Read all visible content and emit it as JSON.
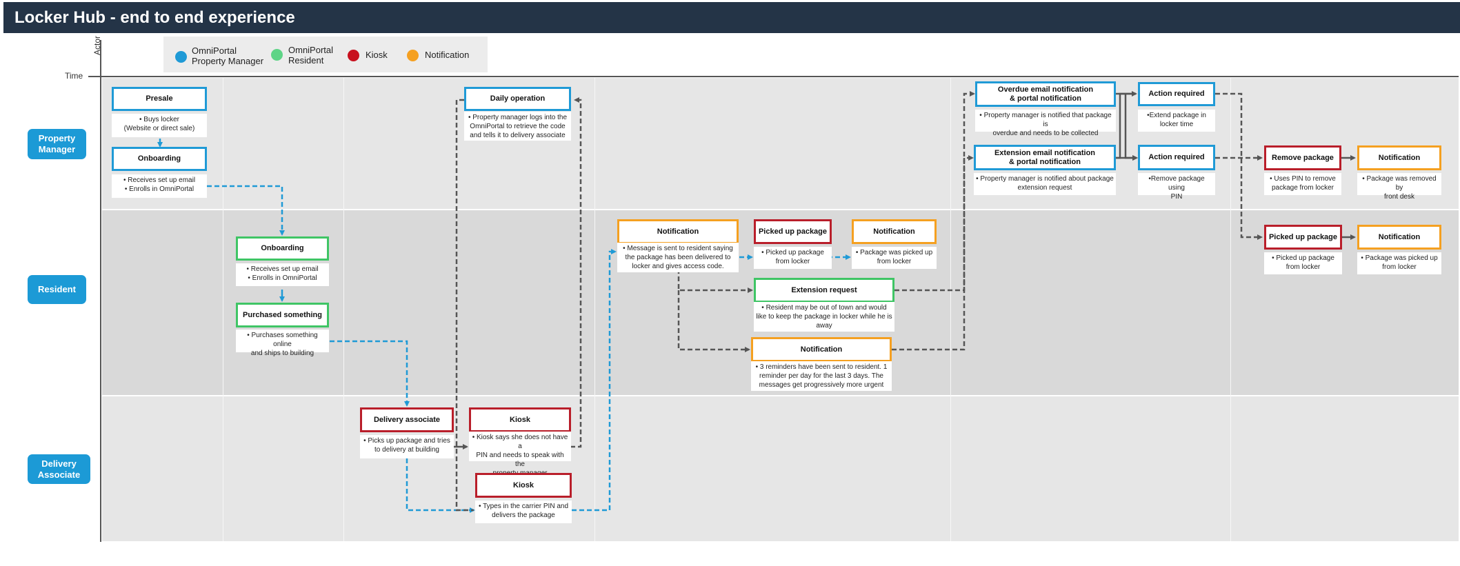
{
  "title": "Locker Hub - end to end experience",
  "axis": {
    "actor": "Actor",
    "time": "Time"
  },
  "legend": [
    {
      "label1": "OmniPortal",
      "label2": "Property Manager",
      "color": "#1f9ad6"
    },
    {
      "label1": "OmniPortal",
      "label2": "Resident",
      "color": "#5ed486"
    },
    {
      "label1": "Kiosk",
      "label2": "",
      "color": "#c8101e"
    },
    {
      "label1": "Notification",
      "label2": "",
      "color": "#f5a020"
    }
  ],
  "actors": {
    "pm": {
      "l1": "Property",
      "l2": "Manager"
    },
    "res": {
      "l1": "Resident",
      "l2": ""
    },
    "da": {
      "l1": "Delivery",
      "l2": "Associate"
    }
  },
  "boxes": {
    "presale": "Presale",
    "onboarding_pm": "Onboarding",
    "daily": "Daily operation",
    "overdue_l1": "Overdue email notification",
    "overdue_l2": "& portal notification",
    "ext_l1": "Extension email notification",
    "ext_l2": "& portal notification",
    "action1": "Action required",
    "action2": "Action required",
    "remove": "Remove package",
    "notif_pm": "Notification",
    "onboarding_res": "Onboarding",
    "purchased": "Purchased something",
    "notif_res1": "Notification",
    "picked1": "Picked up package",
    "notif_res2": "Notification",
    "extreq": "Extension request",
    "notif_res3": "Notification",
    "picked2": "Picked up package",
    "notif_res4": "Notification",
    "delivery": "Delivery associate",
    "kiosk1": "Kiosk",
    "kiosk2": "Kiosk"
  },
  "descs": {
    "presale": [
      "• Buys locker",
      "(Website or direct sale)"
    ],
    "onboarding_pm": [
      "• Receives set up email",
      "• Enrolls in OmniPortal"
    ],
    "daily": [
      "• Property manager logs into the",
      "OmniPortal to retrieve the code",
      "and tells it to delivery associate"
    ],
    "overdue": [
      "• Property manager is notified that package is",
      "overdue and needs to be collected"
    ],
    "ext": [
      "• Property manager is notified about package",
      "extension request"
    ],
    "action1": [
      "•Extend package in",
      "locker time"
    ],
    "action2": [
      "•Remove package using",
      "PIN"
    ],
    "remove": [
      "• Uses PIN to remove",
      "package from locker"
    ],
    "notif_pm": [
      "• Package was removed by",
      "front desk"
    ],
    "onboarding_res": [
      "• Receives set up email",
      "• Enrolls in OmniPortal"
    ],
    "purchased": [
      "• Purchases something online",
      "and ships to building"
    ],
    "notif_res1": [
      "• Message is sent to resident saying",
      "the package has been delivered to",
      "locker and gives access code."
    ],
    "picked1": [
      "• Picked up package",
      "from locker"
    ],
    "notif_res2": [
      "• Package was picked up",
      "from locker"
    ],
    "extreq": [
      "• Resident may be out of town and would",
      "like to keep the package in locker while he is",
      "away"
    ],
    "notif_res3": [
      "• 3 reminders have been sent to resident. 1",
      "reminder per day for the last 3 days. The",
      "messages get progressively more urgent"
    ],
    "picked2": [
      "• Picked up package",
      "from locker"
    ],
    "notif_res4": [
      "• Package was picked up",
      "from locker"
    ],
    "delivery": [
      "• Picks up package and tries",
      "to delivery at building"
    ],
    "kiosk1": [
      "• Kiosk says she does not have a",
      "PIN and needs to speak with the",
      "property manager"
    ],
    "kiosk2": [
      "• Types in the carrier PIN and",
      "delivers the package"
    ]
  },
  "colors": {
    "pm": "#1f9ad6",
    "res": "#3fc565",
    "kiosk": "#b91e2a",
    "notif": "#f5a020",
    "header": "#243447",
    "actor": "#1c9ad6"
  }
}
